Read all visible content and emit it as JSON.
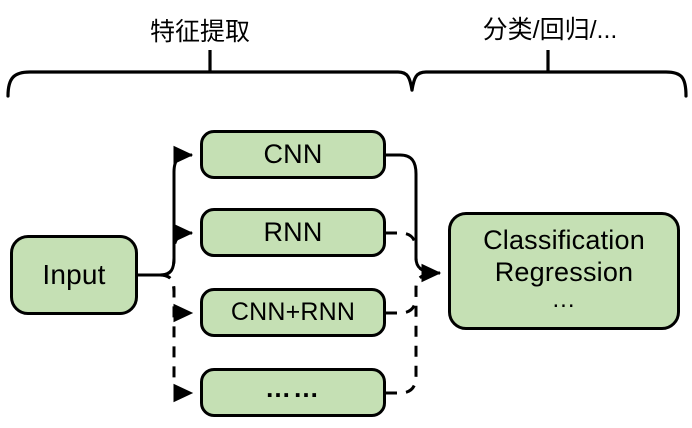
{
  "diagram": {
    "title_left_bracket": "特征提取",
    "title_right_bracket": "分类/回归/...",
    "colors": {
      "node_fill": "#C5E0B4",
      "node_stroke": "#000000",
      "wire": "#000000",
      "background": "#FFFFFF"
    },
    "nodes": [
      {
        "id": "input",
        "label": "Input",
        "lines": [
          "Input"
        ]
      },
      {
        "id": "cnn",
        "label": "CNN",
        "lines": [
          "CNN"
        ]
      },
      {
        "id": "rnn",
        "label": "RNN",
        "lines": [
          "RNN"
        ]
      },
      {
        "id": "cnn_rnn",
        "label": "CNN+RNN",
        "lines": [
          "CNN+RNN"
        ]
      },
      {
        "id": "more",
        "label": "……",
        "lines": [
          "……"
        ]
      },
      {
        "id": "output",
        "label": "Classification Regression ...",
        "lines": [
          "Classification",
          "Regression",
          "..."
        ]
      }
    ],
    "edges": [
      {
        "from": "input",
        "to": "cnn",
        "style": "solid"
      },
      {
        "from": "input",
        "to": "rnn",
        "style": "dashed"
      },
      {
        "from": "input",
        "to": "cnn_rnn",
        "style": "dashed"
      },
      {
        "from": "input",
        "to": "more",
        "style": "dashed"
      },
      {
        "from": "cnn",
        "to": "output",
        "style": "solid"
      },
      {
        "from": "rnn",
        "to": "output",
        "style": "dashed"
      },
      {
        "from": "cnn_rnn",
        "to": "output",
        "style": "dashed"
      },
      {
        "from": "more",
        "to": "output",
        "style": "dashed"
      }
    ]
  }
}
